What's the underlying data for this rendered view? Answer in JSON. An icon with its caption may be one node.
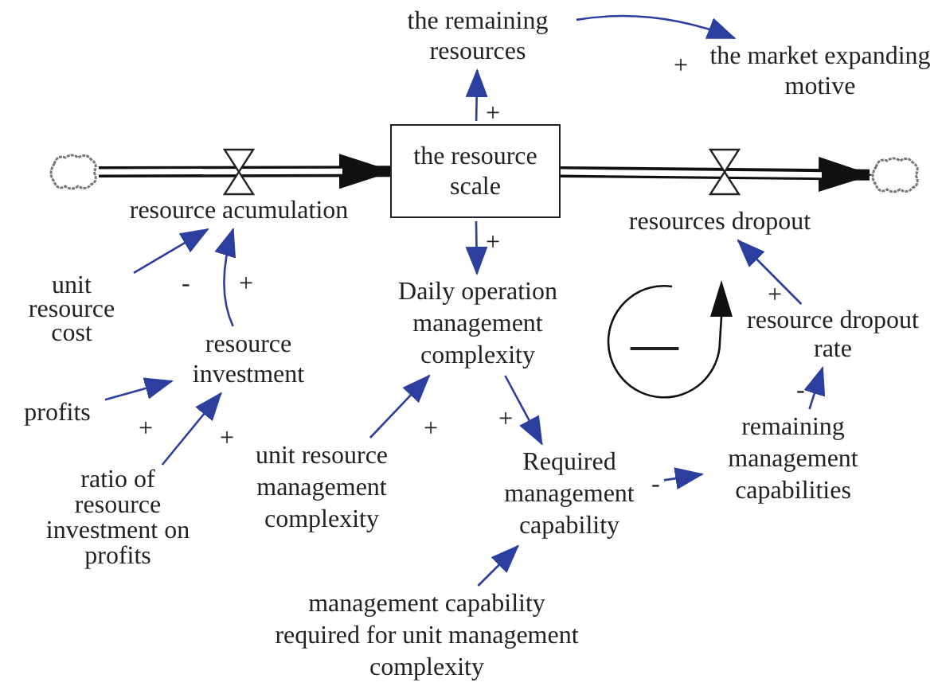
{
  "diagram": {
    "nodes": [
      {
        "text": [],
        "shape": "cloud"
      },
      {
        "text": [
          "resource acumulation"
        ]
      },
      {
        "text": [
          "the resource scale"
        ]
      },
      {
        "text": [
          "resources dropout"
        ]
      },
      {
        "text": [],
        "shape": "cloud"
      },
      {
        "text": [
          "the remaining resources"
        ]
      },
      {
        "text": [
          "the market expanding motive"
        ]
      },
      {
        "text": [
          "unit resource cost"
        ]
      },
      {
        "text": [
          "resource investment"
        ]
      },
      {
        "text": [
          "profits"
        ]
      },
      {
        "text": [
          "ratio of resource investment on profits"
        ]
      },
      {
        "text": [
          "Daily operation management complexity"
        ]
      },
      {
        "text": [
          "unit resource management complexity"
        ]
      },
      {
        "text": [
          "Required management capability"
        ]
      },
      {
        "text": [
          "management capability required for unit management complexity"
        ]
      },
      {
        "text": [
          "remaining management capabilities"
        ]
      },
      {
        "text": [
          "resource dropout rate"
        ]
      }
    ],
    "edges": [
      {
        "from": 0,
        "to": 2,
        "arrow": "to",
        "style": "thick",
        "color": "#111111"
      },
      {
        "from": 2,
        "to": 4,
        "arrow": "to",
        "style": "thick",
        "color": "#111111"
      },
      {
        "from": 2,
        "to": 5,
        "arrow": "to",
        "label": "+"
      },
      {
        "from": 5,
        "to": 6,
        "arrow": "to",
        "label": "+"
      },
      {
        "from": 2,
        "to": 11,
        "arrow": "to",
        "label": "+"
      },
      {
        "from": 7,
        "to": 1,
        "arrow": "to",
        "label": "-"
      },
      {
        "from": 8,
        "to": 1,
        "arrow": "to",
        "label": "+"
      },
      {
        "from": 9,
        "to": 8,
        "arrow": "to",
        "label": "+"
      },
      {
        "from": 10,
        "to": 8,
        "arrow": "to",
        "label": "+"
      },
      {
        "from": 12,
        "to": 11,
        "arrow": "to",
        "label": "+"
      },
      {
        "from": 11,
        "to": 13,
        "arrow": "to",
        "label": "+"
      },
      {
        "from": 14,
        "to": 13,
        "arrow": "to"
      },
      {
        "from": 13,
        "to": 15,
        "arrow": "to",
        "label": "-"
      },
      {
        "from": 15,
        "to": 16,
        "arrow": "to",
        "label": "-"
      },
      {
        "from": 16,
        "to": 3,
        "arrow": "to",
        "label": "+"
      }
    ],
    "labels": [
      "—"
    ]
  }
}
